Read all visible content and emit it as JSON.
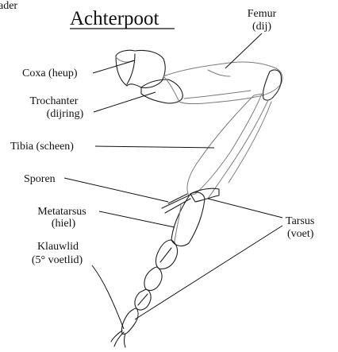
{
  "corner_text": "ader",
  "title": "Achterpoot",
  "labels": {
    "femur": [
      "Femur",
      "(dij)"
    ],
    "coxa": [
      "Coxa (heup)"
    ],
    "trochanter": [
      "Trochanter",
      "(dijring)"
    ],
    "tibia": [
      "Tibia (scheen)"
    ],
    "sporen": [
      "Sporen"
    ],
    "metatarsus": [
      "Metatarsus",
      "(hiel)"
    ],
    "tarsus": [
      "Tarsus",
      "(voet)"
    ],
    "klauwlid": [
      "Klauwlid",
      "(5° voetlid)"
    ]
  }
}
